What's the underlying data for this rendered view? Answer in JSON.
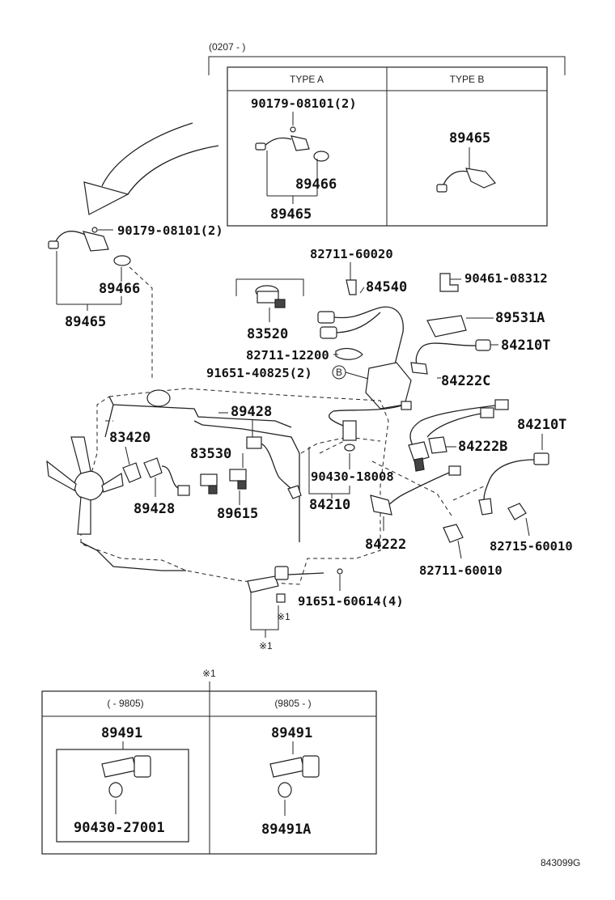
{
  "top_panel": {
    "period": "(0207 -        )",
    "type_a_header": "TYPE A",
    "type_b_header": "TYPE B",
    "type_a": {
      "bolt": "90179-08101(2)",
      "gasket": "89466",
      "sensor": "89465"
    },
    "type_b": {
      "sensor": "89465"
    }
  },
  "labels": {
    "p90179_08101": "90179-08101(2)",
    "p89466": "89466",
    "p89465": "89465",
    "p82711_60020": "82711-60020",
    "p84540": "84540",
    "p90461_08312": "90461-08312",
    "p89531a": "89531A",
    "p84210t_1": "84210T",
    "p83520": "83520",
    "p82711_12200": "82711-12200",
    "p91651_40825": "91651-40825(2)",
    "circle_b": "B",
    "p84222c": "84222C",
    "p89428_top": "89428",
    "p84210t_2": "84210T",
    "p83420": "83420",
    "p84222b": "84222B",
    "p83530": "83530",
    "p90430_18008": "90430-18008",
    "p89428_left": "89428",
    "p89615": "89615",
    "p84210": "84210",
    "p84222": "84222",
    "p82715_60010": "82715-60010",
    "p82711_60010": "82711-60010",
    "p91651_60614": "91651-60614(4)",
    "note_mark_small": "※1",
    "note_mark_bracket": "※1"
  },
  "bottom_panel": {
    "note_mark": "※1",
    "left_period": "(      - 9805)",
    "right_period": "(9805 -        )",
    "left": {
      "unit": "89491",
      "ring": "90430-27001"
    },
    "right": {
      "unit": "89491",
      "ring": "89491A"
    }
  },
  "diagram_code": "843099G"
}
